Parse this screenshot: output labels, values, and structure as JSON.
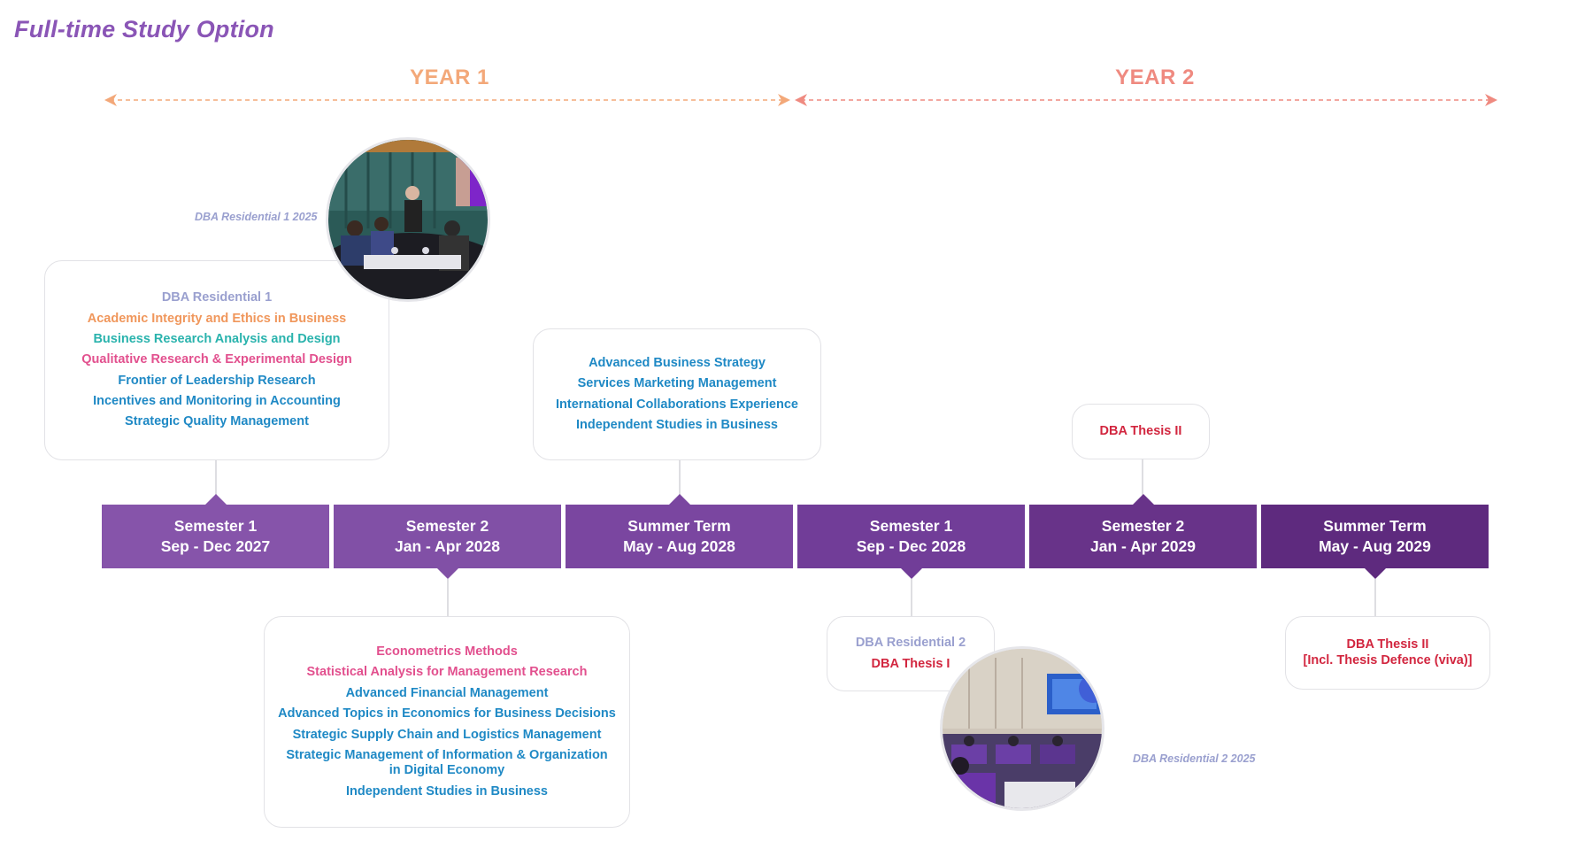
{
  "title": "Full-time Study Option",
  "colors": {
    "title": "#8a55b6",
    "year1": "#f3a879",
    "year2": "#ef8a80",
    "term_start": "#8857ab",
    "term_end": "#5e2a7e",
    "caption": "#9aa0cf",
    "blue": "#1f89c5",
    "teal": "#2ab3ad",
    "orange": "#f0975c",
    "pink": "#e2508e",
    "red": "#d2263f",
    "lavender": "#9aa0cf"
  },
  "years": [
    {
      "label": "YEAR 1"
    },
    {
      "label": "YEAR 2"
    }
  ],
  "photos": [
    {
      "caption": "DBA Residential 1 2025",
      "icon": "residential-1-photo"
    },
    {
      "caption": "DBA Residential 2 2025",
      "icon": "residential-2-photo"
    }
  ],
  "terms": [
    {
      "name": "Semester 1",
      "dates": "Sep - Dec 2027"
    },
    {
      "name": "Semester 2",
      "dates": "Jan - Apr 2028"
    },
    {
      "name": "Summer Term",
      "dates": "May - Aug 2028"
    },
    {
      "name": "Semester 1",
      "dates": "Sep - Dec 2028"
    },
    {
      "name": "Semester 2",
      "dates": "Jan - Apr 2029"
    },
    {
      "name": "Summer Term",
      "dates": "May - Aug 2029"
    }
  ],
  "cards": {
    "y1s1": [
      {
        "text": "DBA Residential 1",
        "color": "#9aa0cf"
      },
      {
        "text": "Academic Integrity and Ethics in Business",
        "color": "#f0975c"
      },
      {
        "text": "Business Research Analysis and Design",
        "color": "#2ab3ad"
      },
      {
        "text": "Qualitative Research & Experimental Design",
        "color": "#e2508e"
      },
      {
        "text": "Frontier of Leadership Research",
        "color": "#1f89c5"
      },
      {
        "text": "Incentives and Monitoring in Accounting",
        "color": "#1f89c5"
      },
      {
        "text": "Strategic Quality Management",
        "color": "#1f89c5"
      }
    ],
    "y1s2": [
      {
        "text": "Econometrics Methods",
        "color": "#e2508e"
      },
      {
        "text": "Statistical Analysis for Management Research",
        "color": "#e2508e"
      },
      {
        "text": "Advanced Financial Management",
        "color": "#1f89c5"
      },
      {
        "text": "Advanced Topics in Economics for Business Decisions",
        "color": "#1f89c5"
      },
      {
        "text": "Strategic Supply Chain and Logistics Management",
        "color": "#1f89c5"
      },
      {
        "text": "Strategic Management of Information & Organization\nin Digital Economy",
        "color": "#1f89c5"
      },
      {
        "text": "Independent Studies in Business",
        "color": "#1f89c5"
      }
    ],
    "y1summer": [
      {
        "text": "Advanced Business Strategy",
        "color": "#1f89c5"
      },
      {
        "text": "Services Marketing Management",
        "color": "#1f89c5"
      },
      {
        "text": "International Collaborations Experience",
        "color": "#1f89c5"
      },
      {
        "text": "Independent Studies in Business",
        "color": "#1f89c5"
      }
    ],
    "y2s1": [
      {
        "text": "DBA Residential 2",
        "color": "#9aa0cf"
      },
      {
        "text": "DBA Thesis I",
        "color": "#d2263f"
      }
    ],
    "y2s2": [
      {
        "text": "DBA Thesis II",
        "color": "#d2263f"
      }
    ],
    "y2summer": [
      {
        "text": "DBA Thesis II\n[Incl. Thesis Defence (viva)]",
        "color": "#d2263f"
      }
    ]
  }
}
